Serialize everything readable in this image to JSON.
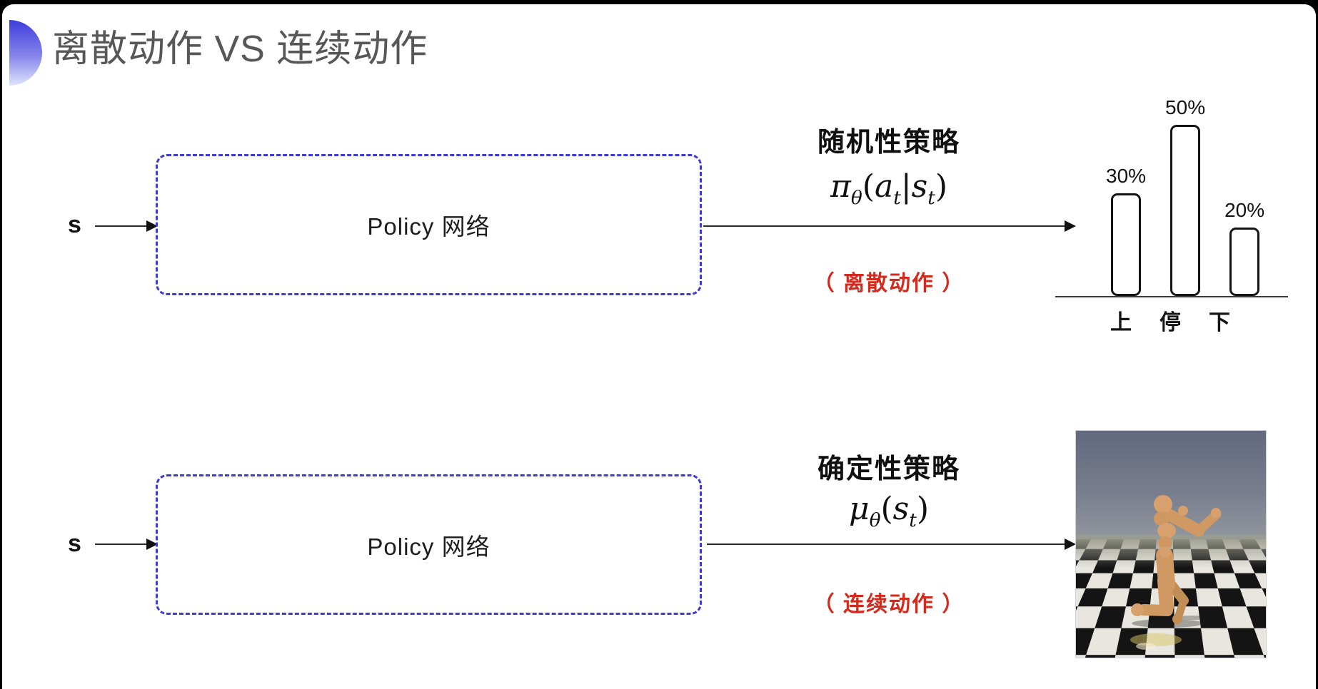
{
  "slide": {
    "title": "离散动作 VS 连续动作"
  },
  "top_flow": {
    "input_label": "s",
    "box_label": "Policy 网络",
    "policy_title": "随机性策略",
    "formula": {
      "symbol": "π",
      "symbol_sub": "θ",
      "open": "(",
      "arg1": "a",
      "arg1_sub": "t",
      "separator": "|",
      "arg2": "s",
      "arg2_sub": "t",
      "close": ")"
    },
    "action_type_note": "（ 离散动作 ）"
  },
  "bottom_flow": {
    "input_label": "s",
    "box_label": "Policy 网络",
    "policy_title": "确定性策略",
    "formula": {
      "symbol": "μ",
      "symbol_sub": "θ",
      "open": "(",
      "arg2": "s",
      "arg2_sub": "t",
      "close": ")"
    },
    "action_type_note": "（ 连续动作 ）"
  },
  "chart_data": {
    "type": "bar",
    "categories": [
      "上",
      "停",
      "下"
    ],
    "values": [
      30,
      50,
      20
    ],
    "value_labels": [
      "30%",
      "50%",
      "20%"
    ],
    "title": "",
    "xlabel": "",
    "ylabel": "",
    "ylim": [
      0,
      55
    ],
    "grid": false,
    "legend": false,
    "bar_style": "white fill, black rounded outline, value labels above bars, baseline axis only"
  },
  "robot_image": {
    "icon_name": "humanoid-simulation-render"
  },
  "colors": {
    "box_border_blue": "#3c3cd4",
    "accent_red": "#d32a1e",
    "title_gray": "#575757",
    "ink": "#141414",
    "deco_gradient_top": "#3d3ddc",
    "deco_gradient_bottom": "#dfe5fc",
    "sim_sky": "#63697e",
    "sim_ground": "#9a9b8e",
    "robot_body": "#d7a06c"
  }
}
